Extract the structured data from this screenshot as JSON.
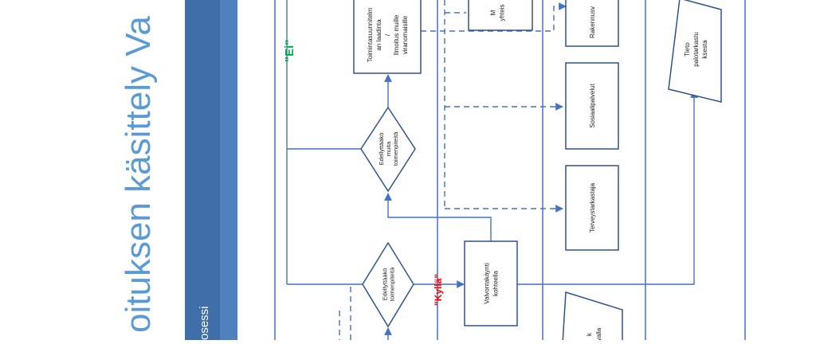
{
  "slide": {
    "title_fragment": "oituksen käsittely Va",
    "band_label_fragment": "osessi"
  },
  "flow": {
    "shape_action_plan": [
      "Toimintasuunnitelm",
      "an laadinta",
      "/",
      "Ilmoitus muille",
      "viranomaisille"
    ],
    "shape_other_authority_partial": [
      "M",
      "yhteis"
    ],
    "shape_building_control": "Rakennusv",
    "shape_social_care": "Sosiaalipalvelut",
    "shape_health_inspector": "Terveystarkastaja",
    "shape_fire_inspection_info": [
      "Tieto",
      "palotarkastu",
      "ksesta"
    ],
    "decision_other_measures": [
      "Edellyttääkö",
      "muita",
      "toimenpiteitä"
    ],
    "decision_fire_measures": [
      "Edellyttääkö",
      "toimenpiteitä"
    ],
    "shape_supervisory_visit": [
      "Valvontakäynti",
      "kohteella"
    ],
    "shape_bottom_partial": [
      "k",
      "valla"
    ],
    "label_no": "\"Ei\"",
    "label_yes": "\"Kyllä\""
  },
  "colors": {
    "title": "#5b9bd5",
    "band_dark": "#3f6ea8",
    "band_light": "#4f81bd",
    "band_text": "#ffffff",
    "line": "#4472c4",
    "shape_border": "#2f528f",
    "label_no": "#00b050",
    "label_yes": "#ff0000"
  }
}
